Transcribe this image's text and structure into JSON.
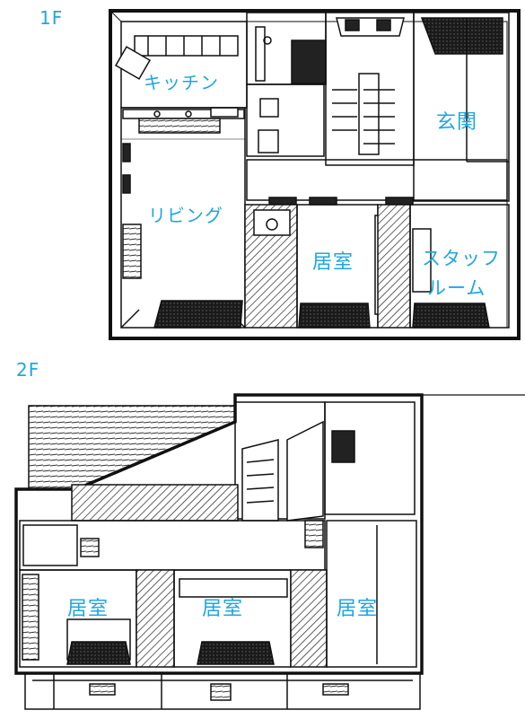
{
  "label_color": "#1ea7e0",
  "floors": [
    {
      "level": "1F",
      "rooms": [
        {
          "name": "kitchen",
          "label": "キッチン"
        },
        {
          "name": "entrance",
          "label": "玄関"
        },
        {
          "name": "living",
          "label": "リビング"
        },
        {
          "name": "bedroom",
          "label": "居室"
        },
        {
          "name": "staff-room",
          "label_line1": "スタッフ",
          "label_line2": "ルーム"
        }
      ]
    },
    {
      "level": "2F",
      "rooms": [
        {
          "name": "bedroom-left",
          "label": "居室"
        },
        {
          "name": "bedroom-center",
          "label": "居室"
        },
        {
          "name": "bedroom-right",
          "label": "居室"
        }
      ]
    }
  ]
}
